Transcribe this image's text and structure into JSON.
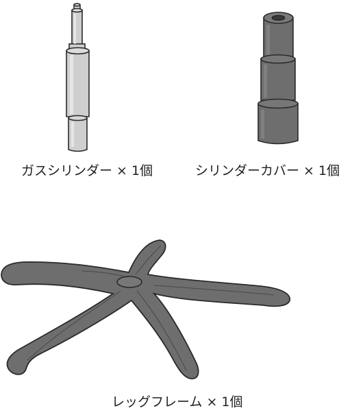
{
  "parts": [
    {
      "id": "gas-cylinder",
      "label": "ガスシリンダー × 1個"
    },
    {
      "id": "cylinder-cover",
      "label": "シリンダーカバー × 1個"
    },
    {
      "id": "leg-frame",
      "label": "レッグフレーム × 1個"
    }
  ],
  "colors": {
    "cylinder_light": "#cfcfcf",
    "dark_part": "#6e6e6e",
    "outline": "#2a2a2a"
  }
}
